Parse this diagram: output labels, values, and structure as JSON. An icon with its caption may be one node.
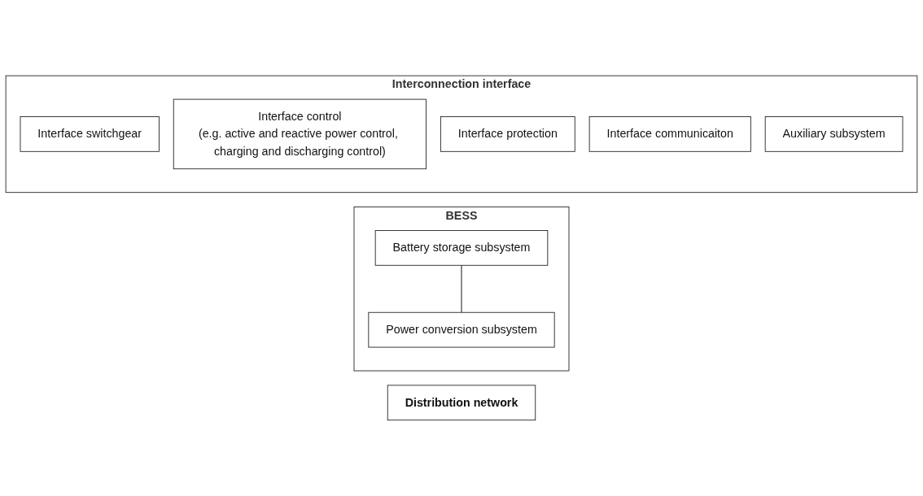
{
  "diagram": {
    "nodes": [
      {
        "text": [
          "BESS"
        ]
      },
      {
        "text": [
          "Battery storage subsystem"
        ],
        "in": 0
      },
      {
        "text": [
          "Power conversion subsystem"
        ],
        "in": 0
      },
      {
        "text": [
          "Interconnection interface"
        ]
      },
      {
        "text": [
          "Interface switchgear"
        ],
        "in": 3
      },
      {
        "text": [
          "Interface control",
          "(e.g. active and reactive power control, charging and discharging control)"
        ],
        "in": 3
      },
      {
        "text": [
          "Interface protection"
        ],
        "in": 3
      },
      {
        "text": [
          "Interface communicaiton"
        ],
        "in": 3
      },
      {
        "text": [
          "Auxiliary subsystem"
        ],
        "in": 3
      },
      {
        "text": [
          "Distribution network"
        ]
      }
    ],
    "edges": [
      {
        "from": 1,
        "to": 2,
        "arrow": "none"
      }
    ]
  }
}
